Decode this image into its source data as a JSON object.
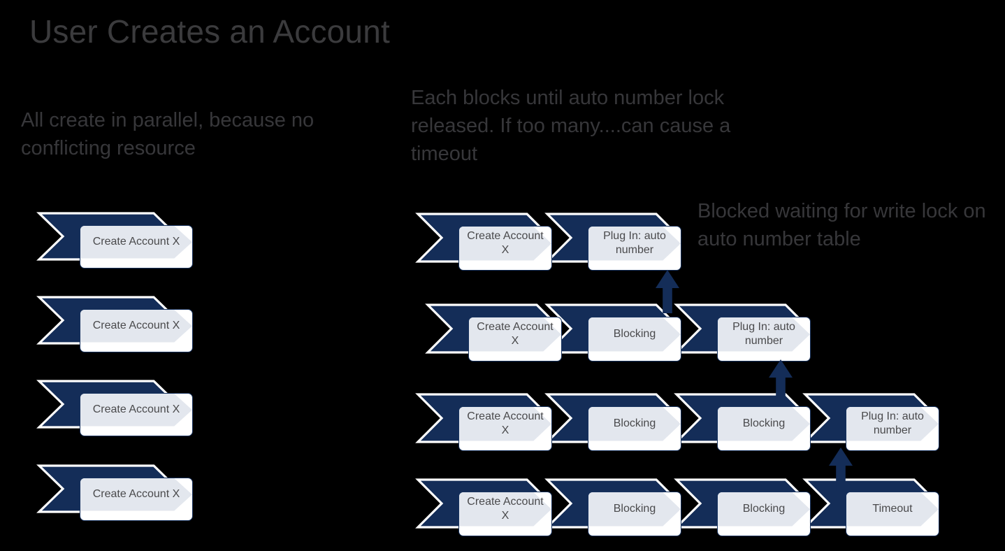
{
  "slide": {
    "title": "User Creates an Account",
    "background_color": "#000000",
    "accent_navy": "#142D58",
    "text_color": "#37373A",
    "box_fill": "#FFFFFF",
    "wedge_fill": "#E3E7EE"
  },
  "captions": {
    "left": "All create in parallel, because no conflicting resource",
    "middle": "Each blocks until auto number lock released. If too many....can cause a timeout",
    "right": "Blocked waiting for write lock on auto number table"
  },
  "left_column": {
    "steps": [
      {
        "label": "Create Account X"
      },
      {
        "label": "Create Account X"
      },
      {
        "label": "Create Account X"
      },
      {
        "label": "Create Account X"
      }
    ]
  },
  "right_column": {
    "rows": [
      {
        "steps": [
          {
            "label": "Create Account X"
          },
          {
            "label": "Plug In: auto number"
          }
        ]
      },
      {
        "steps": [
          {
            "label": "Create Account X"
          },
          {
            "label": "Blocking"
          },
          {
            "label": "Plug In: auto number"
          }
        ]
      },
      {
        "steps": [
          {
            "label": "Create Account X"
          },
          {
            "label": "Blocking"
          },
          {
            "label": "Blocking"
          },
          {
            "label": "Plug In: auto number"
          }
        ]
      },
      {
        "steps": [
          {
            "label": "Create Account X"
          },
          {
            "label": "Blocking"
          },
          {
            "label": "Blocking"
          },
          {
            "label": "Timeout"
          }
        ]
      }
    ],
    "connectors": [
      {
        "name": "arrow-row2-to-row1"
      },
      {
        "name": "arrow-row3-to-row2"
      },
      {
        "name": "arrow-row4-to-row3"
      }
    ]
  }
}
